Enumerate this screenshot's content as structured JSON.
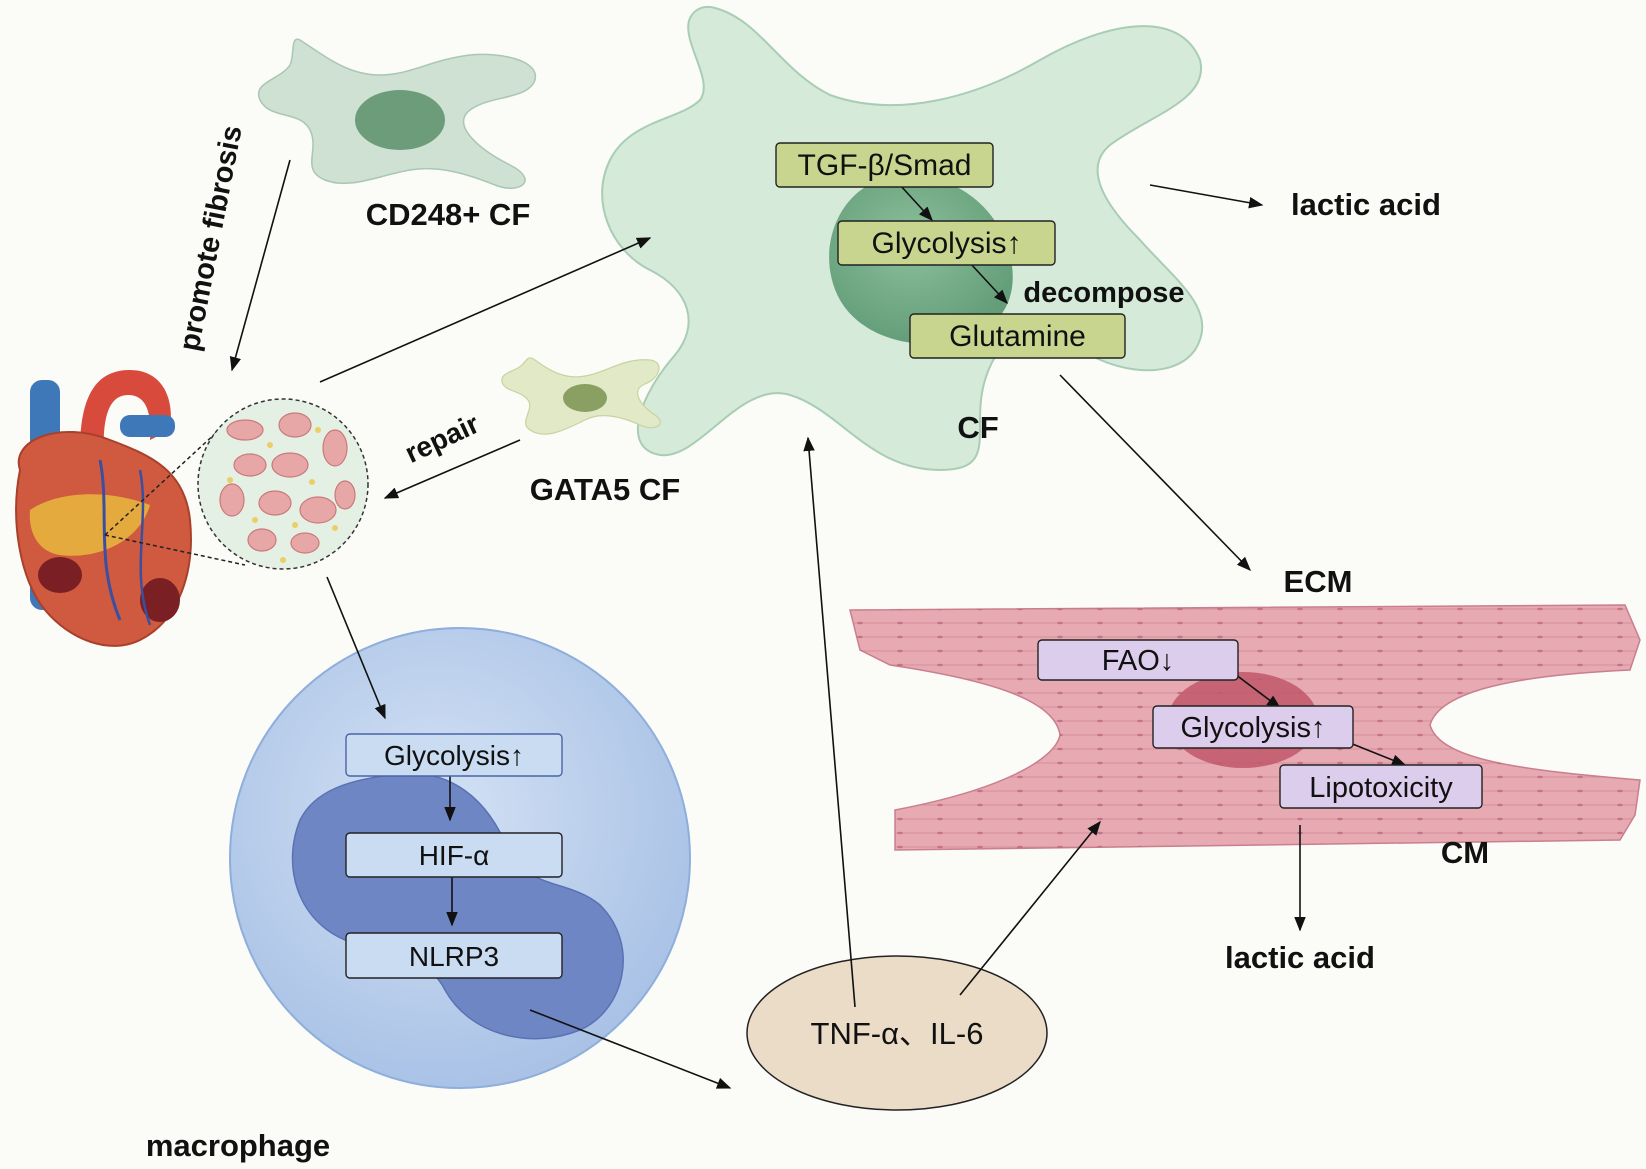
{
  "labels": {
    "cd248_cf": "CD248+ CF",
    "promote_fibrosis": "promote fibrosis",
    "repair": "repair",
    "gata5_cf": "GATA5 CF",
    "cf": "CF",
    "lactic_acid_top": "lactic acid",
    "decompose": "decompose",
    "ecm": "ECM",
    "cm": "CM",
    "lactic_acid_bottom": "lactic acid",
    "macrophage": "macrophage"
  },
  "cf_boxes": {
    "tgf": "TGF-β/Smad",
    "glycolysis": "Glycolysis↑",
    "glutamine": "Glutamine"
  },
  "cm_boxes": {
    "fao": "FAO↓",
    "glycolysis": "Glycolysis↑",
    "lipotoxicity": "Lipotoxicity"
  },
  "macrophage_boxes": {
    "glycolysis": "Glycolysis↑",
    "hif": "HIF-α",
    "nlrp3": "NLRP3"
  },
  "cytokines": "TNF-α、IL-6",
  "colors": {
    "cf_cell": "#d5ead9",
    "cf_nucleus": "#6aa87d",
    "cf_box": "#c8d58f",
    "cm_cell": "#e7a9b2",
    "cm_nucleus": "#c25b6d",
    "cm_box": "#dccdec",
    "macrophage_cell": "#c3d5ee",
    "macrophage_nucleus": "#6e86c4",
    "macrophage_box": "#c9dcf2",
    "cytokine_ellipse": "#eadcc7"
  }
}
